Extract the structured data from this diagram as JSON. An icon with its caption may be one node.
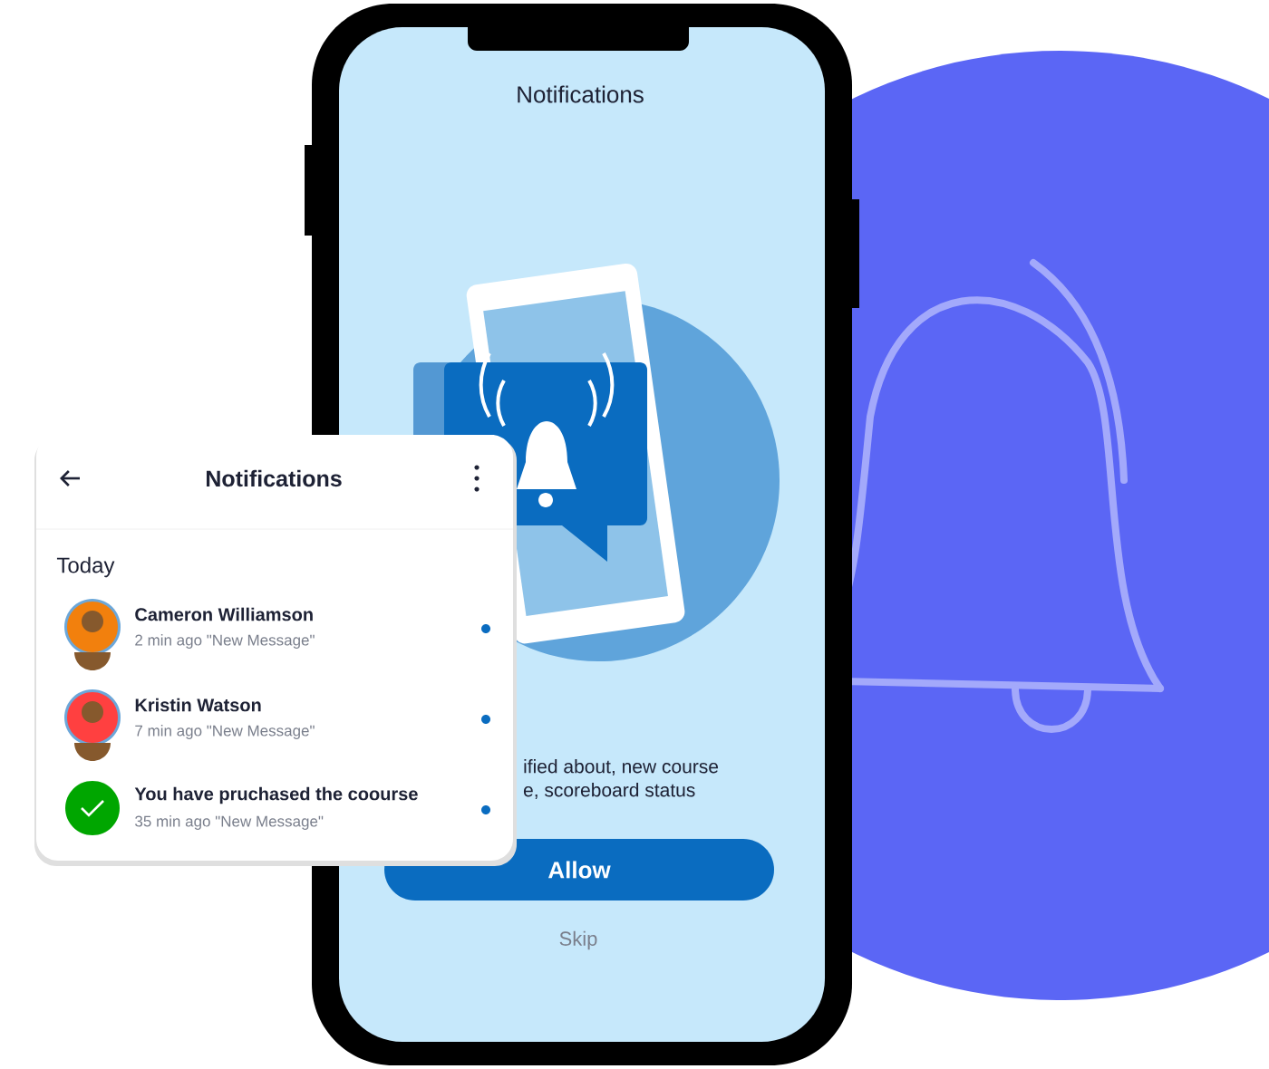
{
  "diagram": {
    "nodes": [
      {
        "text": [
          "Notifications",
          "Today",
          "Cameron Williamson",
          "2 min ago \"New Message\"",
          "Kristin Watson",
          "7 min ago \"New Message\"",
          "You have pruchased the coourse",
          "35 min ago \"New Message\""
        ]
      },
      {
        "text": [
          "Allow"
        ]
      }
    ],
    "labels": [
      "Notifications",
      "ified about, new course",
      "e, scoreboard status",
      "Skip"
    ]
  }
}
